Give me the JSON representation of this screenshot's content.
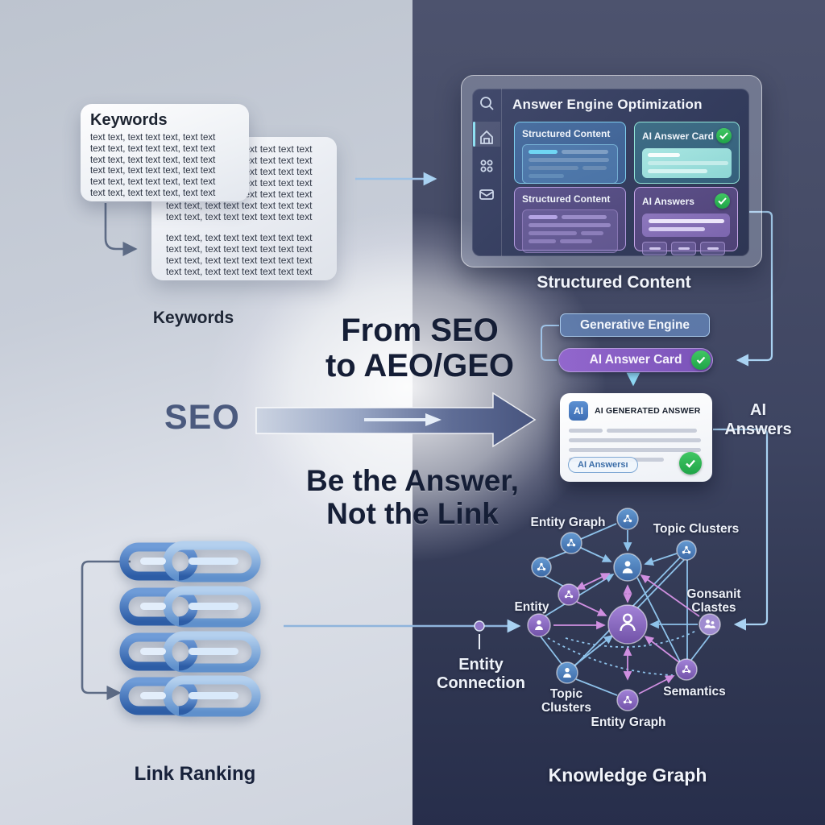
{
  "center": {
    "title_line1": "From SEO",
    "title_line2": "to AEO/GEO",
    "subtitle_line1": "Be the Answer,",
    "subtitle_line2": "Not the Link",
    "seo_label": "SEO"
  },
  "left_panel": {
    "keywords_card": {
      "title": "Keywords",
      "line": "text text, text text text, text text"
    },
    "back_card": {
      "line": "text text, text text text text text text"
    },
    "keywords_label": "Keywords",
    "link_ranking_label": "Link Ranking",
    "icons": [
      "chain-link-icon"
    ]
  },
  "browser": {
    "title": "Answer Engine Optimization",
    "sidebar_icons": [
      "search-icon",
      "home-icon",
      "apps-grid-icon",
      "mail-icon"
    ],
    "cards": [
      {
        "title": "Structured Content",
        "checked": false
      },
      {
        "title": "AI Answer Card",
        "checked": true
      },
      {
        "title": "Structured Content",
        "checked": false
      },
      {
        "title": "AI Answers",
        "checked": true
      }
    ]
  },
  "flow": {
    "structured_content_label": "Structured Content",
    "generative_engine_button": "Generative Engine",
    "ai_answer_card_button": "AI Answer Card",
    "ai_card": {
      "badge": "AI",
      "title": "AI GENERATED ANSWER",
      "pill": "AI Answersı"
    },
    "ai_answers_label_line1": "AI",
    "ai_answers_label_line2": "Answers"
  },
  "graph": {
    "labels": {
      "entity_graph_top": "Entity Graph",
      "topic_clusters_top": "Topic Clusters",
      "entity": "Entity",
      "gonsanit_line1": "Gonsanit",
      "gonsanit_line2": "Clastes",
      "topic_clusters_bottom_line1": "Topic",
      "topic_clusters_bottom_line2": "Clusters",
      "semantics": "Semantics",
      "entity_graph_bottom": "Entity Graph",
      "knowledge_graph_label": "Knowledge Graph",
      "entity_connection_line1": "Entity",
      "entity_connection_line2": "Connection"
    },
    "node_icons": [
      "molecule-icon",
      "person-icon",
      "people-icon"
    ]
  },
  "colors": {
    "accent_cyan": "#8fe0f2",
    "accent_green": "#2db553",
    "accent_purple": "#8a63c0",
    "accent_blue": "#4a7fba",
    "line_blue": "#a9d2f2",
    "line_pink": "#cf8fe0",
    "dark_bg": "#323954",
    "light_bg": "#c7cdd8",
    "navy_text": "#151e36"
  }
}
